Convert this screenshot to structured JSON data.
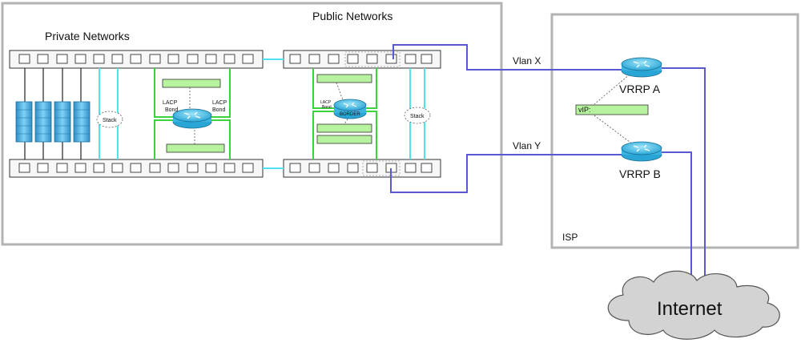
{
  "labels": {
    "private_networks": "Private Networks",
    "public_networks": "Public Networks",
    "lacp_bond": [
      "LACP",
      "Bond"
    ],
    "stack": "Stack",
    "border": "BORDER",
    "vlan_x": "Vlan X",
    "vlan_y": "Vlan Y",
    "vrrp_a": "VRRP A",
    "vrrp_b": "VRRP B",
    "vip": "vIP:",
    "isp": "ISP",
    "internet": "Internet"
  },
  "colors": {
    "enclosure": "#b3b3b3",
    "switch_stroke": "#333333",
    "switch_fill": "#f7f7f7",
    "port_fill": "#ffffff",
    "cyan_link": "#4fe3f0",
    "green_link": "#3cd43c",
    "label_bar": "#b7f29e",
    "blue_link": "#5a5ad0",
    "router": "#4cc2e6",
    "server": "#4db3e6",
    "cloud": "#d3d3d3"
  }
}
